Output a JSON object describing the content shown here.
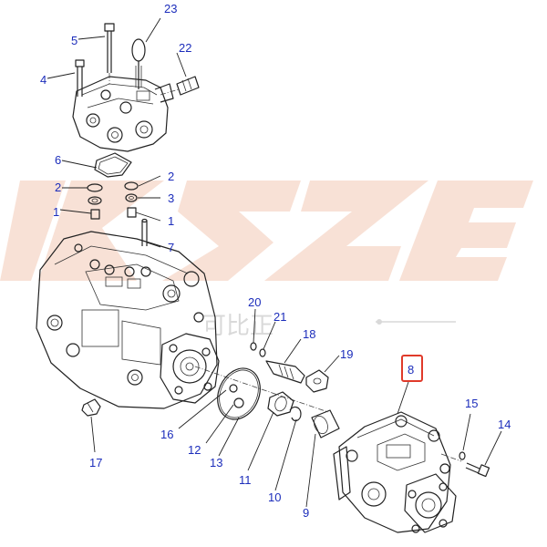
{
  "diagram": {
    "callouts": [
      {
        "id": "23",
        "label": "23"
      },
      {
        "id": "5",
        "label": "5"
      },
      {
        "id": "22",
        "label": "22"
      },
      {
        "id": "4",
        "label": "4"
      },
      {
        "id": "6",
        "label": "6"
      },
      {
        "id": "2a",
        "label": "2"
      },
      {
        "id": "2b",
        "label": "2"
      },
      {
        "id": "3",
        "label": "3"
      },
      {
        "id": "1a",
        "label": "1"
      },
      {
        "id": "1b",
        "label": "1"
      },
      {
        "id": "7",
        "label": "7"
      },
      {
        "id": "20",
        "label": "20"
      },
      {
        "id": "21",
        "label": "21"
      },
      {
        "id": "18",
        "label": "18"
      },
      {
        "id": "19",
        "label": "19"
      },
      {
        "id": "8",
        "label": "8"
      },
      {
        "id": "16",
        "label": "16"
      },
      {
        "id": "12",
        "label": "12"
      },
      {
        "id": "13",
        "label": "13"
      },
      {
        "id": "17",
        "label": "17"
      },
      {
        "id": "11",
        "label": "11"
      },
      {
        "id": "10",
        "label": "10"
      },
      {
        "id": "9",
        "label": "9"
      },
      {
        "id": "15",
        "label": "15"
      },
      {
        "id": "14",
        "label": "14"
      }
    ],
    "highlighted_callout": "8",
    "highlight_color": "#e03a2a",
    "callout_color": "#1c2dbb"
  },
  "watermark": {
    "brand": "KBZE",
    "brand_cn": "可比正",
    "color": "#f2c9b4"
  }
}
